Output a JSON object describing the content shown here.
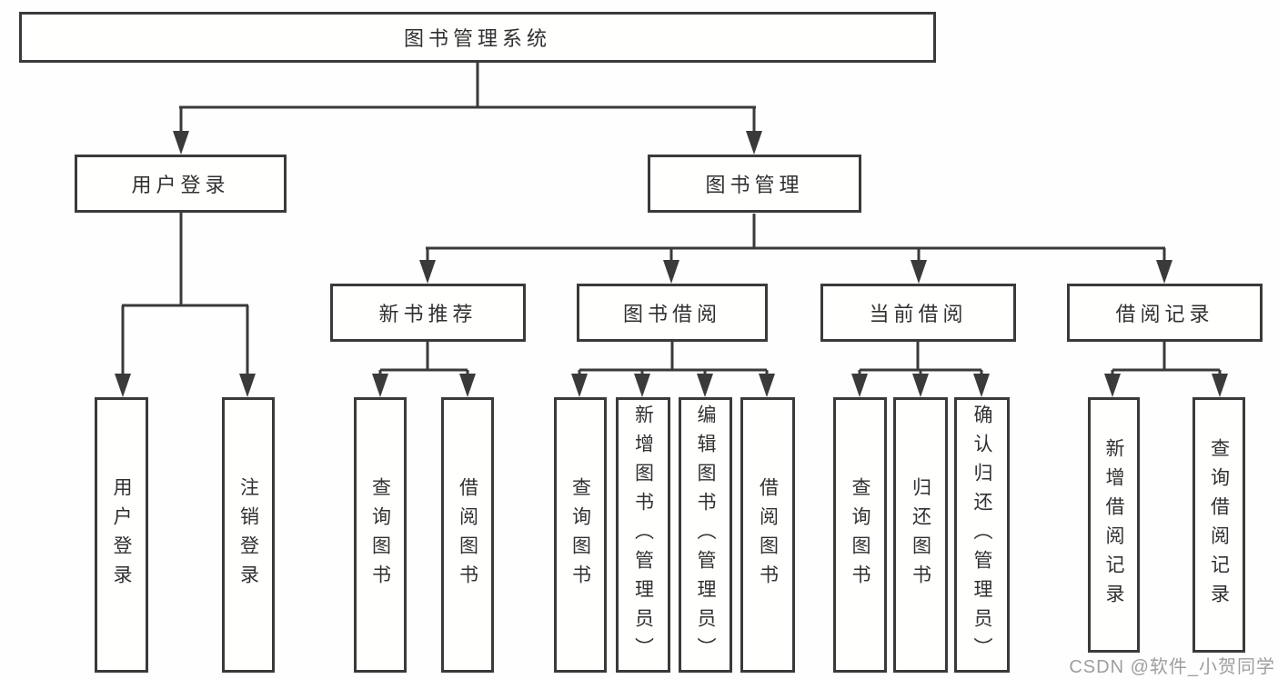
{
  "diagram_title": "图书管理系统",
  "watermark": "CSDN @软件_小贺同学",
  "colors": {
    "line": "#3a3a3a",
    "text": "#303030",
    "background": "#fefefe",
    "watermark": "#9e9e9e"
  },
  "tree": {
    "root": "图书管理系统",
    "branches": [
      {
        "label": "用户登录",
        "children": [
          "用户登录",
          "注销登录"
        ]
      },
      {
        "label": "图书管理",
        "children": [
          {
            "label": "新书推荐",
            "children": [
              "查询图书",
              "借阅图书"
            ]
          },
          {
            "label": "图书借阅",
            "children": [
              "查询图书",
              "新增图书（管理员）",
              "编辑图书（管理员）",
              "借阅图书"
            ]
          },
          {
            "label": "当前借阅",
            "children": [
              "查询图书",
              "归还图书",
              "确认归还（管理员）"
            ]
          },
          {
            "label": "借阅记录",
            "children": [
              "新增借阅记录",
              "查询借阅记录"
            ]
          }
        ]
      }
    ]
  }
}
